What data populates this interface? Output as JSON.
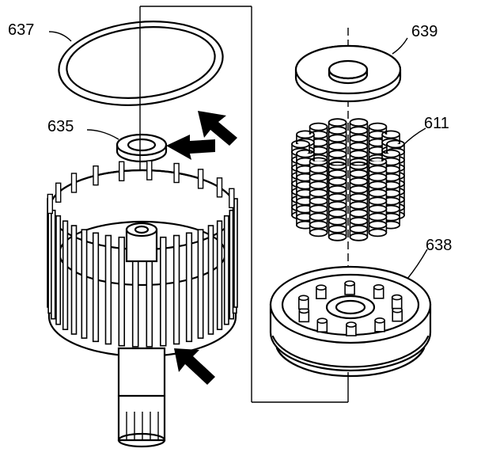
{
  "callouts": [
    {
      "id": "snap-ring",
      "label": "637"
    },
    {
      "id": "thrust-washer",
      "label": "635"
    },
    {
      "id": "retainer-plate",
      "label": "639"
    },
    {
      "id": "spring-assembly",
      "label": "611"
    },
    {
      "id": "piston",
      "label": "638"
    }
  ],
  "arrows": [
    {
      "target": "snap-ring"
    },
    {
      "target": "thrust-washer"
    },
    {
      "target": "clutch-drum"
    }
  ]
}
